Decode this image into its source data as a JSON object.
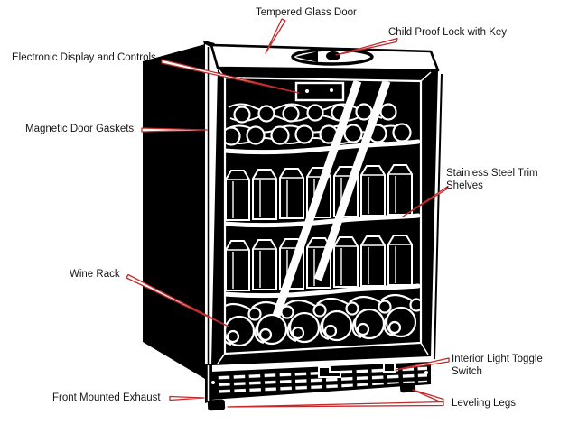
{
  "colors": {
    "background": "#ffffff",
    "ink": "#000000",
    "line_art": "#ffffff",
    "leader_line": "#c22b2b"
  },
  "callouts": [
    {
      "id": "tempered-glass-door",
      "label": "Tempered Glass Door"
    },
    {
      "id": "child-proof-lock-with-key",
      "label": "Child Proof Lock with Key"
    },
    {
      "id": "electronic-display-and-controls",
      "label": "Electronic Display and Controls"
    },
    {
      "id": "magnetic-door-gaskets",
      "label": "Magnetic Door Gaskets"
    },
    {
      "id": "stainless-steel-trim-shelves",
      "label": "Stainless Steel Trim Shelves"
    },
    {
      "id": "wine-rack",
      "label": "Wine Rack"
    },
    {
      "id": "interior-light-toggle-switch",
      "label": "Interior Light Toggle Switch"
    },
    {
      "id": "front-mounted-exhaust",
      "label": "Front Mounted Exhaust"
    },
    {
      "id": "leveling-legs",
      "label": "Leveling Legs"
    }
  ]
}
